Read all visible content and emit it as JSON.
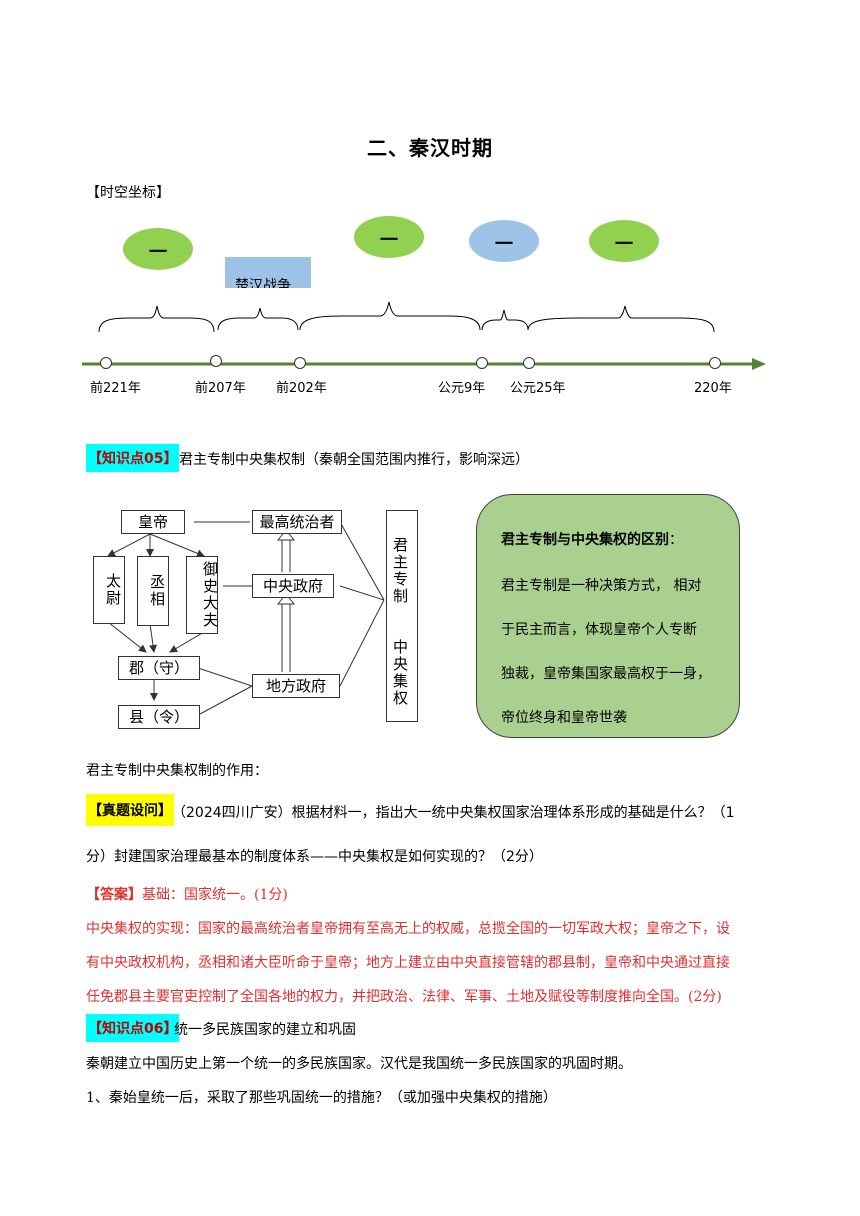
{
  "page": {
    "title": "二、秦汉时期",
    "section_label": "【时空坐标】"
  },
  "timeline": {
    "dates": [
      "前221年",
      "前207年",
      "前202年",
      "公元9年",
      "公元25年",
      "220年"
    ],
    "period_bubbles": [
      {
        "text": "一",
        "color": "#92d050"
      },
      {
        "text": "一",
        "color": "#92d050"
      },
      {
        "text": "一",
        "color": "#9dc3e6"
      },
      {
        "text": "一",
        "color": "#92d050"
      }
    ],
    "war_box": {
      "text": "楚汉战争",
      "color": "#9dc3e6"
    },
    "line_color": "#548235"
  },
  "kp05": {
    "tag": "【知识点05】",
    "text": "君主专制中央集权制（秦朝全国范围内推行，影响深远）"
  },
  "diagram": {
    "emperor": "皇帝",
    "officials": [
      "太尉",
      "丞相",
      "御史大夫"
    ],
    "commandery": "郡（守）",
    "county": "县（令）",
    "supreme_ruler": "最高统治者",
    "central_gov": "中央政府",
    "local_gov": "地方政府",
    "side_top": "君主专制",
    "side_bottom": "中央集权"
  },
  "difference_box": {
    "title": "君主专制与中央集权的区别",
    "title_suffix": "：",
    "lines": [
      "君主专制是一种决策方式， 相对",
      "于民主而言，体现皇帝个人专断",
      "独裁，皇帝集国家最高权于一身，",
      "帝位终身和皇帝世袭"
    ]
  },
  "role_line": "君主专制中央集权制的作用：",
  "question": {
    "tag": "【真题设问】",
    "line1": "（2024四川广安）根据材料一，指出大一统中央集权国家治理体系形成的基础是什么？（1",
    "line2": "分）封建国家治理最基本的制度体系——中央集权是如何实现的？（2分）"
  },
  "answer": {
    "tag": "【答案】",
    "line1": "基础：国家统一。(1分)",
    "line2": "中央集权的实现：国家的最高统治者皇帝拥有至高无上的权威，总揽全国的一切军政大权；皇帝之下，设",
    "line3": "有中央政权机构，丞相和诸大臣听命于皇帝；地方上建立由中央直接管辖的郡县制，皇帝和中央通过直接",
    "line4": "任免郡县主要官吏控制了全国各地的权力，并把政治、法律、军事、土地及赋役等制度推向全国。(2分)"
  },
  "kp06": {
    "tag": "【知识点06】",
    "text": "统一多民族国家的建立和巩固"
  },
  "para1": "秦朝建立中国历史上第一个统一的多民族国家。汉代是我国统一多民族国家的巩固时期。",
  "para2": "1、秦始皇统一后，采取了那些巩固统一的措施？（或加强中央集权的措施）"
}
